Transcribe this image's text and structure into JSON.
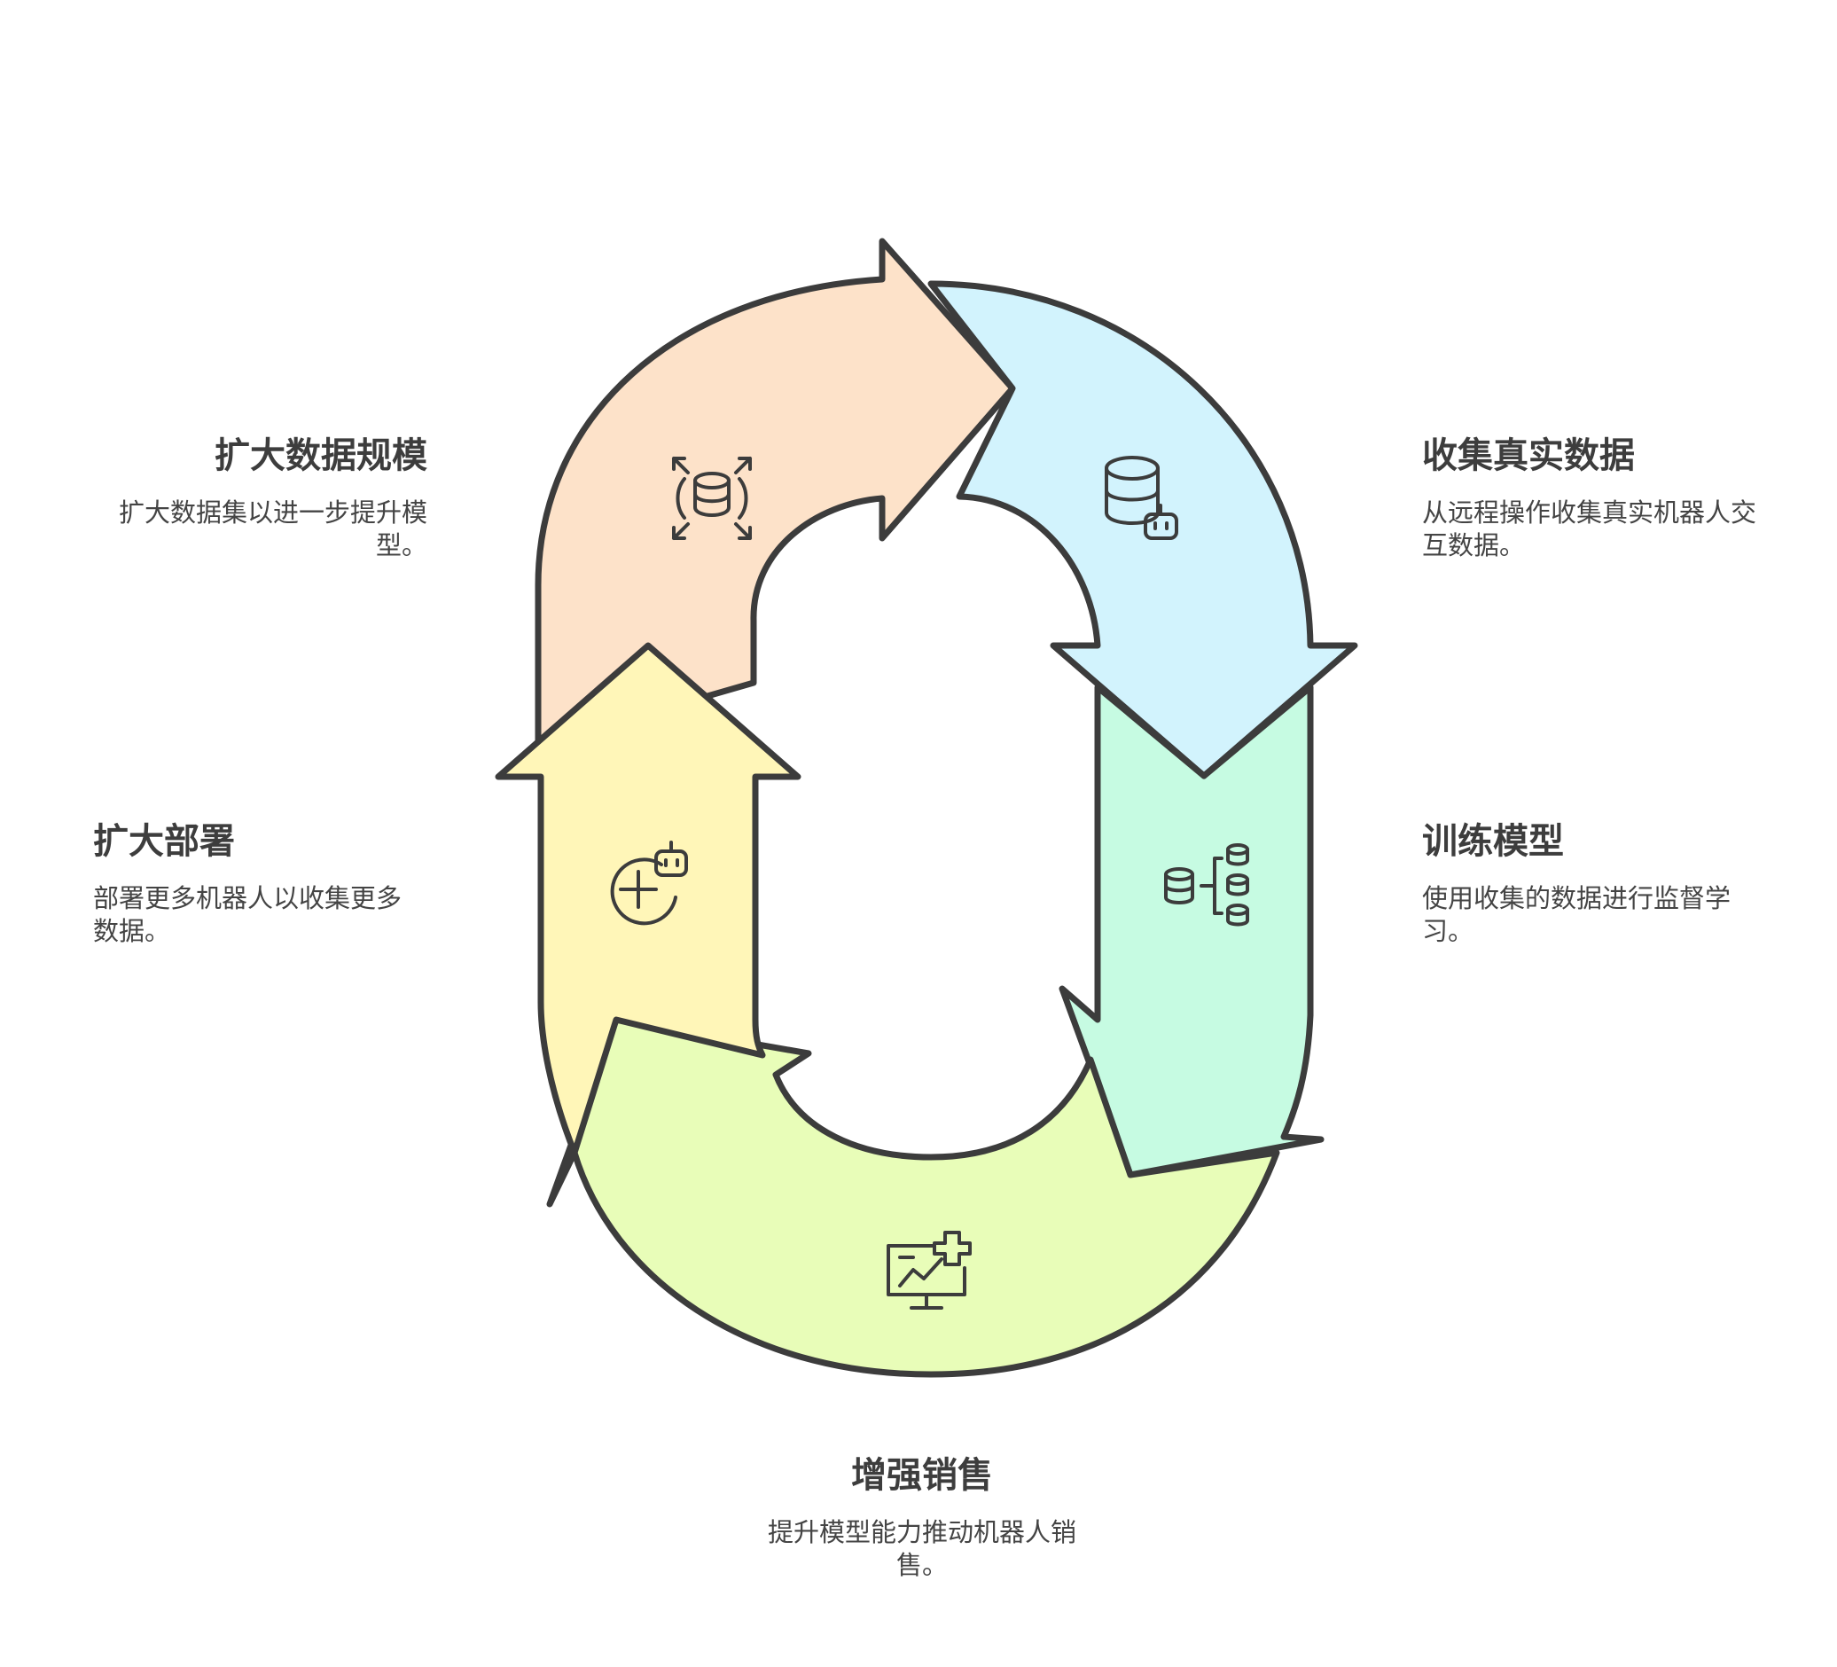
{
  "steps": [
    {
      "id": "collect",
      "title": "收集真实数据",
      "desc": "从远程操作收集真实机器人交互数据。",
      "icon": "database-robot-icon",
      "color": "#d2f3fd"
    },
    {
      "id": "train",
      "title": "训练模型",
      "desc": "使用收集的数据进行监督学习。",
      "icon": "data-pipeline-icon",
      "color": "#c6fbe2"
    },
    {
      "id": "sales",
      "title": "增强销售",
      "desc": "提升模型能力推动机器人销售。",
      "icon": "presentation-chart-icon",
      "color": "#e8fdb8"
    },
    {
      "id": "deploy",
      "title": "扩大部署",
      "desc": "部署更多机器人以收集更多数据。",
      "icon": "add-robot-icon",
      "color": "#fff6b8"
    },
    {
      "id": "scale",
      "title": "扩大数据规模",
      "desc": "扩大数据集以进一步提升模型。",
      "icon": "expand-database-icon",
      "color": "#fde2c9"
    }
  ],
  "colors": {
    "stroke": "#3c3c3c",
    "text": "#3d3d3d"
  }
}
